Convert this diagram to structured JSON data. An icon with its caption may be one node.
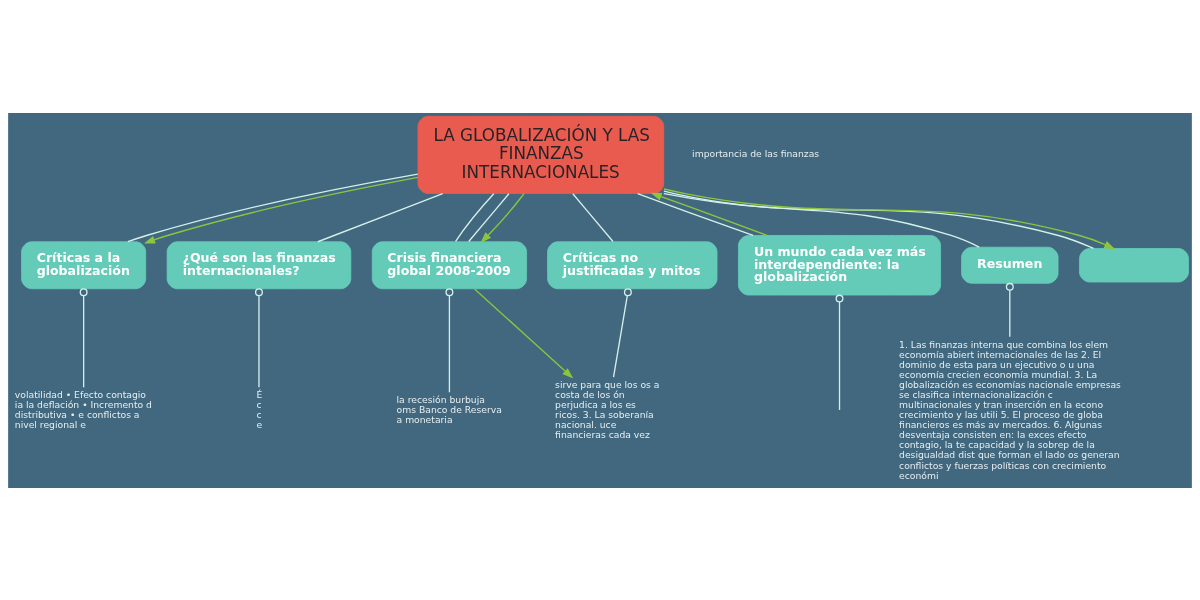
{
  "diagram": {
    "nodes": [
      {
        "text": [
          "LA GLOBALIZACIÓN Y LAS FINANZAS INTERNACIONALES"
        ]
      },
      {
        "text": [
          "Críticas a la globalización"
        ]
      },
      {
        "text": [
          "volatilidad • Efecto contagio ia la deflación • Incremento d distributiva • e conflictos a nivel regional e"
        ]
      },
      {
        "text": [
          "¿Qué son las finanzas internacionales?"
        ]
      },
      {
        "text": [
          "É c c e"
        ]
      },
      {
        "text": [
          "Crisis financiera global 2008-2009"
        ]
      },
      {
        "text": [
          "la recesión burbuja oms Banco de Reserva a monetaria"
        ]
      },
      {
        "text": [
          "Un mundo cada vez más interdependiente: la globalización"
        ]
      },
      {
        "text": [
          "Críticas no justificadas y mitos"
        ]
      },
      {
        "text": [
          "sirve para que los os a costa de los ón perjudica a los es ricos. 3. La soberanía nacional. uce financieras cada vez"
        ]
      },
      {
        "text": [
          "Resumen"
        ]
      },
      {
        "text": [
          "1. Las finanzas interna que combina los elem economía abiert internacionales de las 2. El dominio de esta para un ejecutivo o u una economía crecien economía mundial. 3. La globalización es economías nacionale empresas se clasifica internacionalización c multinacionales y tran inserción en la econo crecimiento y las utili 5. El proceso de globa financieros es más av mercados. 6. Algunas desventaja consisten en: la exces efecto contagio, la te capacidad y la sobrep de la desigualdad dist que forman el lado os generan conflictos y fuerzas políticas con crecimiento económi"
        ]
      },
      {
        "text": [],
        "shape": "box"
      }
    ],
    "edges": [
      {
        "from": 0,
        "to": 1,
        "arrow": "none"
      },
      {
        "from": 0,
        "to": 1,
        "arrow": "to",
        "color": "#8cc63f"
      },
      {
        "from": 1,
        "to": 2,
        "arrow": "other"
      },
      {
        "from": 0,
        "to": 3,
        "arrow": "none"
      },
      {
        "from": 3,
        "to": 4,
        "arrow": "other"
      },
      {
        "from": 0,
        "to": 5,
        "arrow": "none"
      },
      {
        "from": 0,
        "to": 5,
        "arrow": "none"
      },
      {
        "from": 0,
        "to": 5,
        "arrow": "to",
        "color": "#8cc63f"
      },
      {
        "from": 5,
        "to": 6,
        "arrow": "other"
      },
      {
        "from": 5,
        "to": 9,
        "arrow": "to",
        "color": "#8cc63f"
      },
      {
        "from": 0,
        "to": 7,
        "arrow": "none"
      },
      {
        "from": 7,
        "to": 0,
        "arrow": "to",
        "color": "#8cc63f"
      },
      {
        "from": 7,
        "to": null,
        "arrow": "other"
      },
      {
        "from": 0,
        "to": 8,
        "arrow": "none"
      },
      {
        "from": 8,
        "to": 9,
        "arrow": "other"
      },
      {
        "from": 0,
        "to": 10,
        "arrow": "none"
      },
      {
        "from": 10,
        "to": 11,
        "arrow": "other"
      },
      {
        "from": 0,
        "to": 12,
        "arrow": "none"
      },
      {
        "from": 0,
        "to": 12,
        "arrow": "to",
        "color": "#8cc63f"
      }
    ],
    "labels": [
      "importancia de las finanzas"
    ]
  }
}
